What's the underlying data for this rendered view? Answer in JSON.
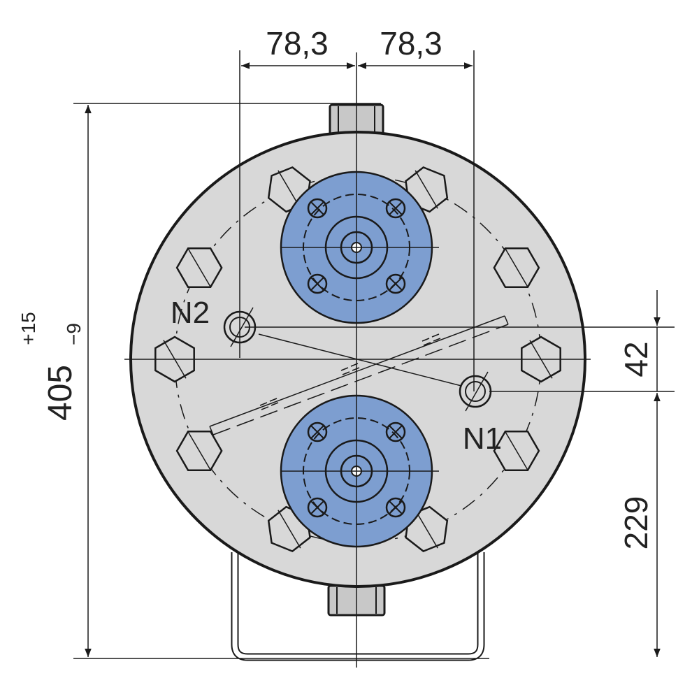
{
  "dimensions": {
    "left_offset": "78,3",
    "right_offset": "78,3",
    "overall_height": "405",
    "tolerance_upper": "+15",
    "tolerance_lower": "−9",
    "nozzle_spacing": "42",
    "lower_height": "229"
  },
  "labels": {
    "nozzle_n1": "N1",
    "nozzle_n2": "N2"
  },
  "colors": {
    "body": "#d8d8d8",
    "flange": "#7d9ed0",
    "line": "#1a1a1a"
  }
}
